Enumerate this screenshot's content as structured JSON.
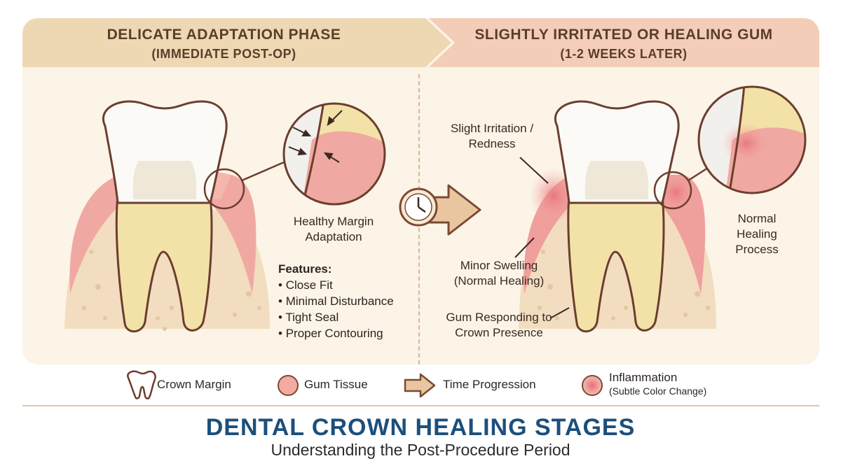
{
  "left_header": {
    "line1": "DELICATE ADAPTATION PHASE",
    "line2": "(IMMEDIATE POST-OP)"
  },
  "right_header": {
    "line1": "SLIGHTLY IRRITATED OR HEALING GUM",
    "line2": "(1-2 WEEKS LATER)"
  },
  "left_labels": {
    "margin": "Healthy Margin Adaptation",
    "features_title": "Features:",
    "features": [
      "Close Fit",
      "Minimal Disturbance",
      "Tight Seal",
      "Proper Contouring"
    ]
  },
  "right_labels": {
    "irritation": "Slight Irritation / Redness",
    "swelling": "Minor Swelling (Normal Healing)",
    "responding": "Gum Responding to Crown Presence",
    "normal": "Normal Healing Process"
  },
  "legend": {
    "crown_margin": "Crown Margin",
    "gum_tissue": "Gum Tissue",
    "time_progression": "Time Progression",
    "inflammation": "Inflammation",
    "inflammation_sub": "(Subtle Color Change)"
  },
  "footer": {
    "title": "DENTAL CROWN HEALING STAGES",
    "subtitle": "Understanding the Post-Procedure Period"
  },
  "colors": {
    "enamel": "#fbfaf6",
    "dentin": "#f3e2a8",
    "gum": "#f0a9a2",
    "bone": "#f2ddc0",
    "outline": "#6b3e2e",
    "title_blue": "#1c4f7b"
  }
}
